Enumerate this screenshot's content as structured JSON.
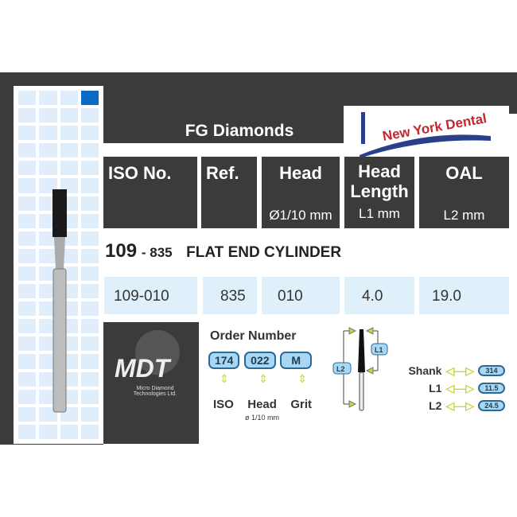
{
  "header": {
    "title": "FG Diamonds",
    "logo_text": "New York Dental"
  },
  "table": {
    "headers": [
      {
        "label": "ISO No.",
        "sub": ""
      },
      {
        "label": "Ref.",
        "sub": ""
      },
      {
        "label": "Head",
        "sub": "Ø1/10 mm"
      },
      {
        "label": "Head Length",
        "sub": "L1 mm"
      },
      {
        "label": "OAL",
        "sub": "L2 mm"
      }
    ],
    "row": [
      "109-010",
      "835",
      "010",
      "4.0",
      "19.0"
    ]
  },
  "product": {
    "iso": "109",
    "ref": "- 835",
    "name": "FLAT END CYLINDER"
  },
  "brand": {
    "logo": "MDT",
    "tagline": "Micro Diamond Technologies Ltd."
  },
  "order": {
    "title": "Order Number",
    "codes": [
      "174",
      "022",
      "M"
    ],
    "labels": [
      "ISO",
      "Head",
      "Grit"
    ],
    "head_note": "ø 1/10 mm"
  },
  "diagram": {
    "l1": "L1",
    "l2": "L2"
  },
  "legend": [
    {
      "label": "Shank",
      "value": "314"
    },
    {
      "label": "L1",
      "value": "11.5"
    },
    {
      "label": "L2",
      "value": "24.5"
    }
  ],
  "colors": {
    "dark": "#3b3b3b",
    "light_blue": "#e0f0fb",
    "accent_blue": "#0a6ac7"
  }
}
